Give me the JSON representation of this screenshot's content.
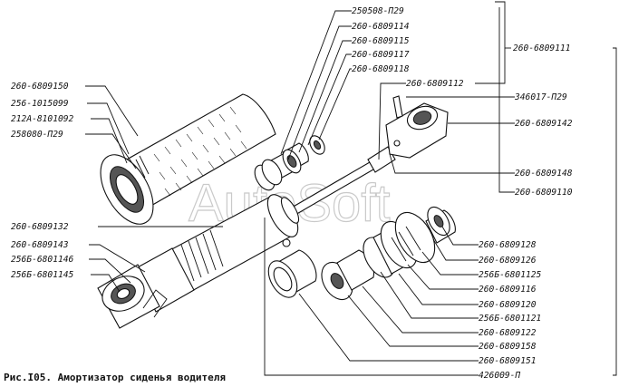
{
  "caption": "Рис.I05. Амортизатор сиденья водителя",
  "watermark": "AutoSoft",
  "labels": {
    "l250508": "250508-П29",
    "l9114": "260-6809114",
    "l9115": "260-6809115",
    "l9117": "260-6809117",
    "l9118": "260-6809118",
    "l9112": "260-6809112",
    "l9111": "260-6809111",
    "l9150": "260-6809150",
    "l1015099": "256-1015099",
    "l8101092": "212А-8101092",
    "l258080": "258080-П29",
    "l346017": "346017-П29",
    "l9142": "260-6809142",
    "l9148": "260-6809148",
    "l9110": "260-6809110",
    "l9132": "260-6809132",
    "l9143": "260-6809143",
    "l1146": "256Б-6801146",
    "l1145": "256Б-6801145",
    "l9128": "260-6809128",
    "l9126": "260-6809126",
    "l1125": "256Б-6801125",
    "l9116": "260-6809116",
    "l9120": "260-6809120",
    "l1121": "256Б-6801121",
    "l9122": "260-6809122",
    "l9158": "260-6809158",
    "l9151": "260-6809151",
    "l426009": "426009-П"
  }
}
